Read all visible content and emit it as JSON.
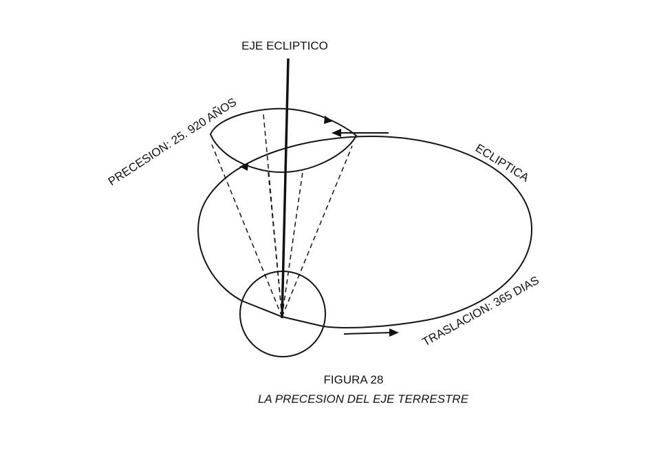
{
  "labels": {
    "axis": "EJE ECLIPTICO",
    "precession": "PRECESION: 25. 920 AÑOS",
    "ecliptic": "ECLIPTICA",
    "translation": "TRASLACION: 365 DIAS"
  },
  "caption": {
    "figure": "FIGURA 28",
    "title": "LA PRECESION DEL EJE TERRESTRE"
  },
  "colors": {
    "ink": "#111111",
    "background": "#ffffff"
  }
}
